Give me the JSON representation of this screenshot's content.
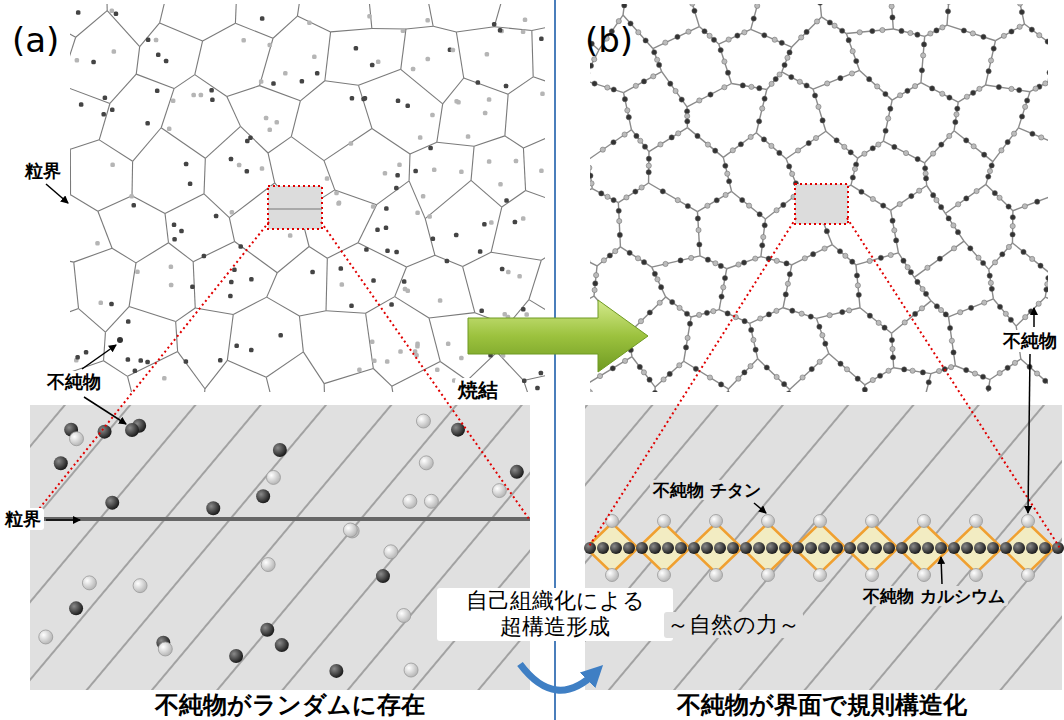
{
  "diagram": {
    "labels": [
      "(a)",
      "(b)",
      "粒界",
      "不純物",
      "焼結",
      "不純物",
      "粒界",
      "自己組織化による 超構造形成",
      "～自然の力～",
      "不純物 チタン",
      "不純物 カルシウム",
      "不純物がランダムに存在",
      "不純物が界面で規則構造化"
    ]
  }
}
